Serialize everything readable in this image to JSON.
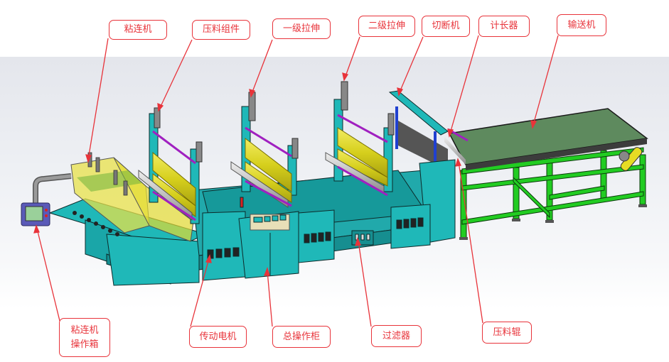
{
  "title": "粘连机生产线结构示意图",
  "colors": {
    "callout": "#e8333a",
    "machine_body": "#1fb8b8",
    "machine_dark": "#138e90",
    "roller_yellow": "#d8d21e",
    "rod_purple": "#a020c0",
    "conveyor_belt": "#5e8a5e",
    "conveyor_frame": "#22cc22",
    "cutter_blue": "#2040d0",
    "hmi_panel": "#5a5ab8"
  },
  "labels_top": [
    {
      "id": "bonding-machine",
      "text": "粘连机"
    },
    {
      "id": "press-assembly",
      "text": "压料组件"
    },
    {
      "id": "stage1-stretch",
      "text": "一级拉伸"
    },
    {
      "id": "stage2-stretch",
      "text": "二级拉伸"
    },
    {
      "id": "cutter",
      "text": "切断机"
    },
    {
      "id": "length-counter",
      "text": "计长器"
    },
    {
      "id": "conveyor",
      "text": "输送机"
    }
  ],
  "labels_bottom": [
    {
      "id": "bonding-control-box",
      "text": "粘连机\n操作箱"
    },
    {
      "id": "drive-motor",
      "text": "传动电机"
    },
    {
      "id": "main-control-cabinet",
      "text": "总操作柜"
    },
    {
      "id": "filter",
      "text": "过滤器"
    },
    {
      "id": "press-roller",
      "text": "压料辊"
    }
  ]
}
